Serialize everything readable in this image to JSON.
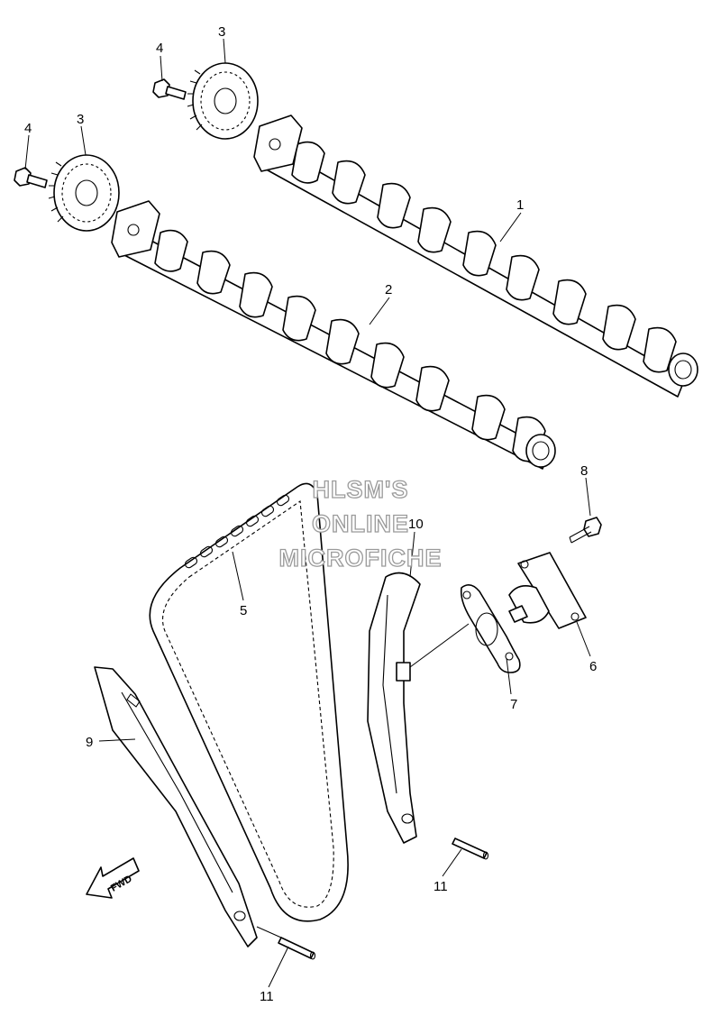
{
  "diagram": {
    "callouts": [
      {
        "id": "cam-1",
        "label": "1"
      },
      {
        "id": "cam-2",
        "label": "2"
      },
      {
        "id": "sprocket-upper",
        "label": "3"
      },
      {
        "id": "sprocket-lower",
        "label": "3"
      },
      {
        "id": "bolt-upper",
        "label": "4"
      },
      {
        "id": "bolt-lower",
        "label": "4"
      },
      {
        "id": "chain",
        "label": "5"
      },
      {
        "id": "tensioner",
        "label": "6"
      },
      {
        "id": "gasket",
        "label": "7"
      },
      {
        "id": "bolt-tensioner",
        "label": "8"
      },
      {
        "id": "guide-left",
        "label": "9"
      },
      {
        "id": "guide-right",
        "label": "10"
      },
      {
        "id": "pin-right",
        "label": "11"
      },
      {
        "id": "pin-left",
        "label": "11"
      }
    ],
    "watermark": {
      "line1": "HLSM'S",
      "line2": "ONLINE",
      "line3": "MICROFICHE"
    },
    "fwd_label": "FWD"
  }
}
